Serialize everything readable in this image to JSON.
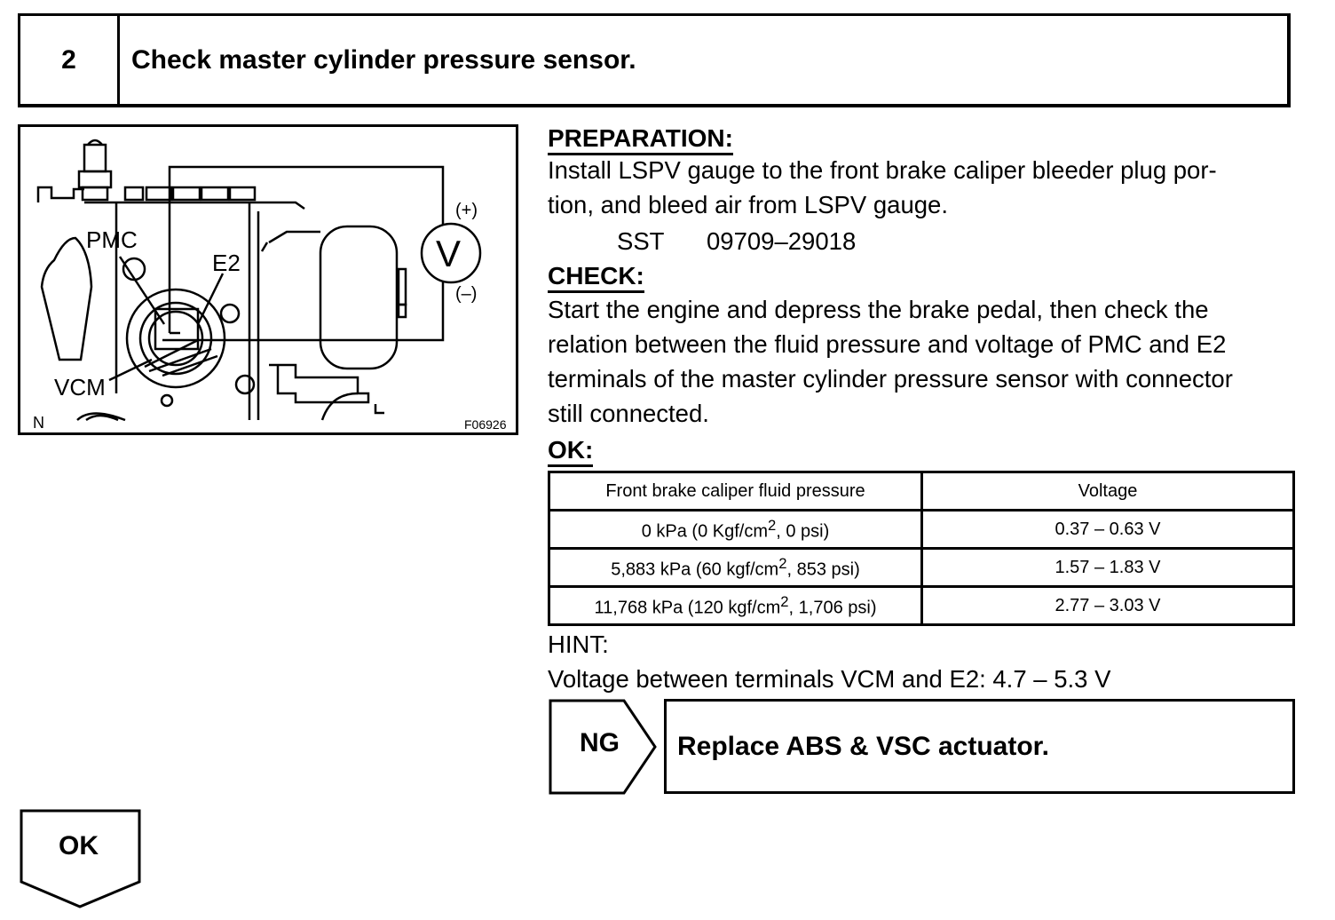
{
  "step": {
    "number": "2",
    "title": "Check master cylinder pressure sensor."
  },
  "figure": {
    "labels": {
      "pmc": "PMC",
      "e2": "E2",
      "vcm": "VCM",
      "voltmeter": "V",
      "plus": "(+)",
      "minus": "(–)",
      "n": "N",
      "fig_id": "F06926"
    }
  },
  "preparation": {
    "heading": "PREPARATION:",
    "lines": [
      "Install LSPV gauge to the front brake caliper bleeder plug por-",
      "tion, and bleed air from LSPV gauge."
    ],
    "sst_label": "SST",
    "sst_value": "09709–29018"
  },
  "check": {
    "heading": "CHECK:",
    "lines": [
      "Start the engine and depress the brake pedal, then check the",
      "relation between the fluid pressure and voltage of PMC and E2",
      "terminals of the master cylinder pressure sensor with connector",
      "still connected."
    ]
  },
  "ok_section": {
    "heading": "OK:",
    "table": {
      "headers": [
        "Front brake caliper fluid pressure",
        "Voltage"
      ],
      "rows": [
        {
          "pressure_pre": "0 kPa (0 Kgf/cm",
          "sup": "2",
          "pressure_post": ", 0 psi)",
          "voltage": "0.37 – 0.63 V"
        },
        {
          "pressure_pre": "5,883 kPa (60 kgf/cm",
          "sup": "2",
          "pressure_post": ", 853 psi)",
          "voltage": "1.57 – 1.83 V"
        },
        {
          "pressure_pre": "11,768 kPa (120 kgf/cm",
          "sup": "2",
          "pressure_post": ", 1,706 psi)",
          "voltage": "2.77 – 3.03 V"
        }
      ]
    }
  },
  "hint": {
    "heading": "HINT:",
    "text": "Voltage between terminals VCM and E2: 4.7 – 5.3 V"
  },
  "ng_result": {
    "label": "NG",
    "action": "Replace ABS & VSC actuator."
  },
  "ok_result": {
    "label": "OK"
  }
}
